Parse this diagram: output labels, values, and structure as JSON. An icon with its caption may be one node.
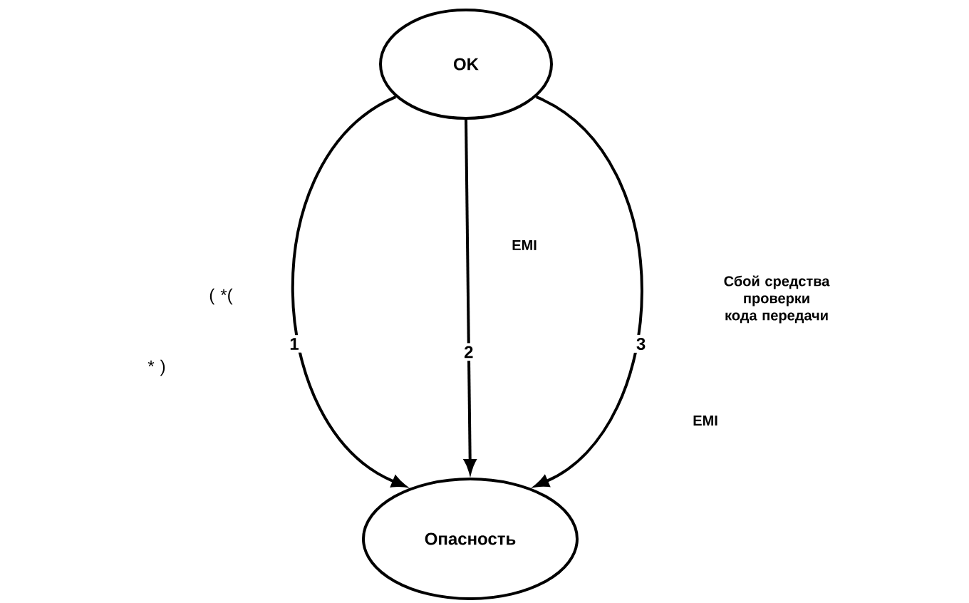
{
  "diagram": {
    "nodes": [
      {
        "text": [
          "OK"
        ]
      },
      {
        "text": [
          "Опасность"
        ]
      }
    ],
    "edges": [
      {
        "from": 0,
        "to": 1,
        "arrow": "to",
        "label": "1"
      },
      {
        "from": 0,
        "to": 1,
        "arrow": "to",
        "label": "2"
      },
      {
        "from": 0,
        "to": 1,
        "arrow": "to",
        "label": "3"
      }
    ],
    "labels": [
      "( *(",
      "* )",
      "EMI",
      "Сбой средства проверки кода передачи",
      "EMI"
    ]
  }
}
